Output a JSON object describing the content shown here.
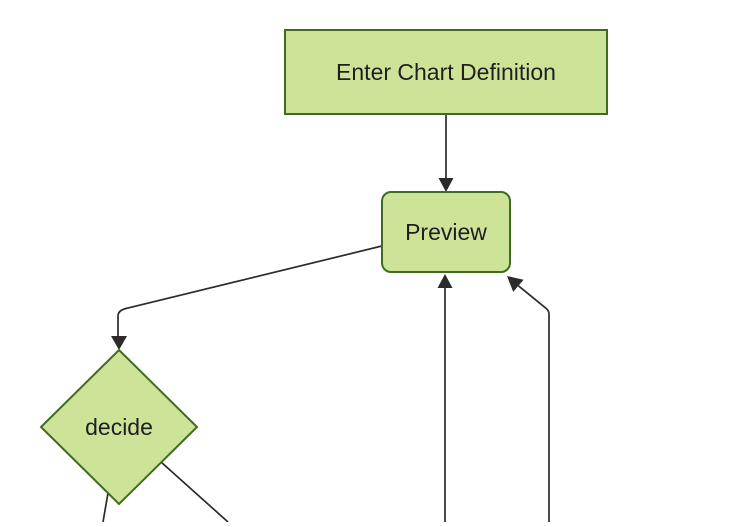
{
  "diagram": {
    "type": "flowchart",
    "direction": "top-down",
    "nodes": [
      {
        "id": "enter-chart-definition",
        "label": "Enter Chart Definition",
        "shape": "rectangle"
      },
      {
        "id": "preview",
        "label": "Preview",
        "shape": "rounded-rectangle"
      },
      {
        "id": "decide",
        "label": "decide",
        "shape": "diamond"
      }
    ],
    "edges": [
      {
        "from": "enter-chart-definition",
        "to": "preview",
        "arrowhead": "into-preview-top"
      },
      {
        "from": "preview",
        "to": "decide",
        "arrowhead": "into-decide-top"
      },
      {
        "from": "offscreen-bottom-center",
        "to": "preview",
        "arrowhead": "into-preview-bottom"
      },
      {
        "from": "offscreen-bottom-right",
        "to": "preview",
        "arrowhead": "into-preview-bottom-right-corner"
      },
      {
        "from": "decide",
        "to": "offscreen-bottom-left",
        "arrowhead": "none-visible"
      },
      {
        "from": "decide",
        "to": "offscreen-bottom-right",
        "arrowhead": "none-visible"
      }
    ]
  },
  "theme": {
    "background": "#ffffff",
    "node_fill": "#cde498",
    "node_border": "#3f6c21",
    "edge_color": "#2b2b2b",
    "text_color": "#1f1f1f"
  }
}
